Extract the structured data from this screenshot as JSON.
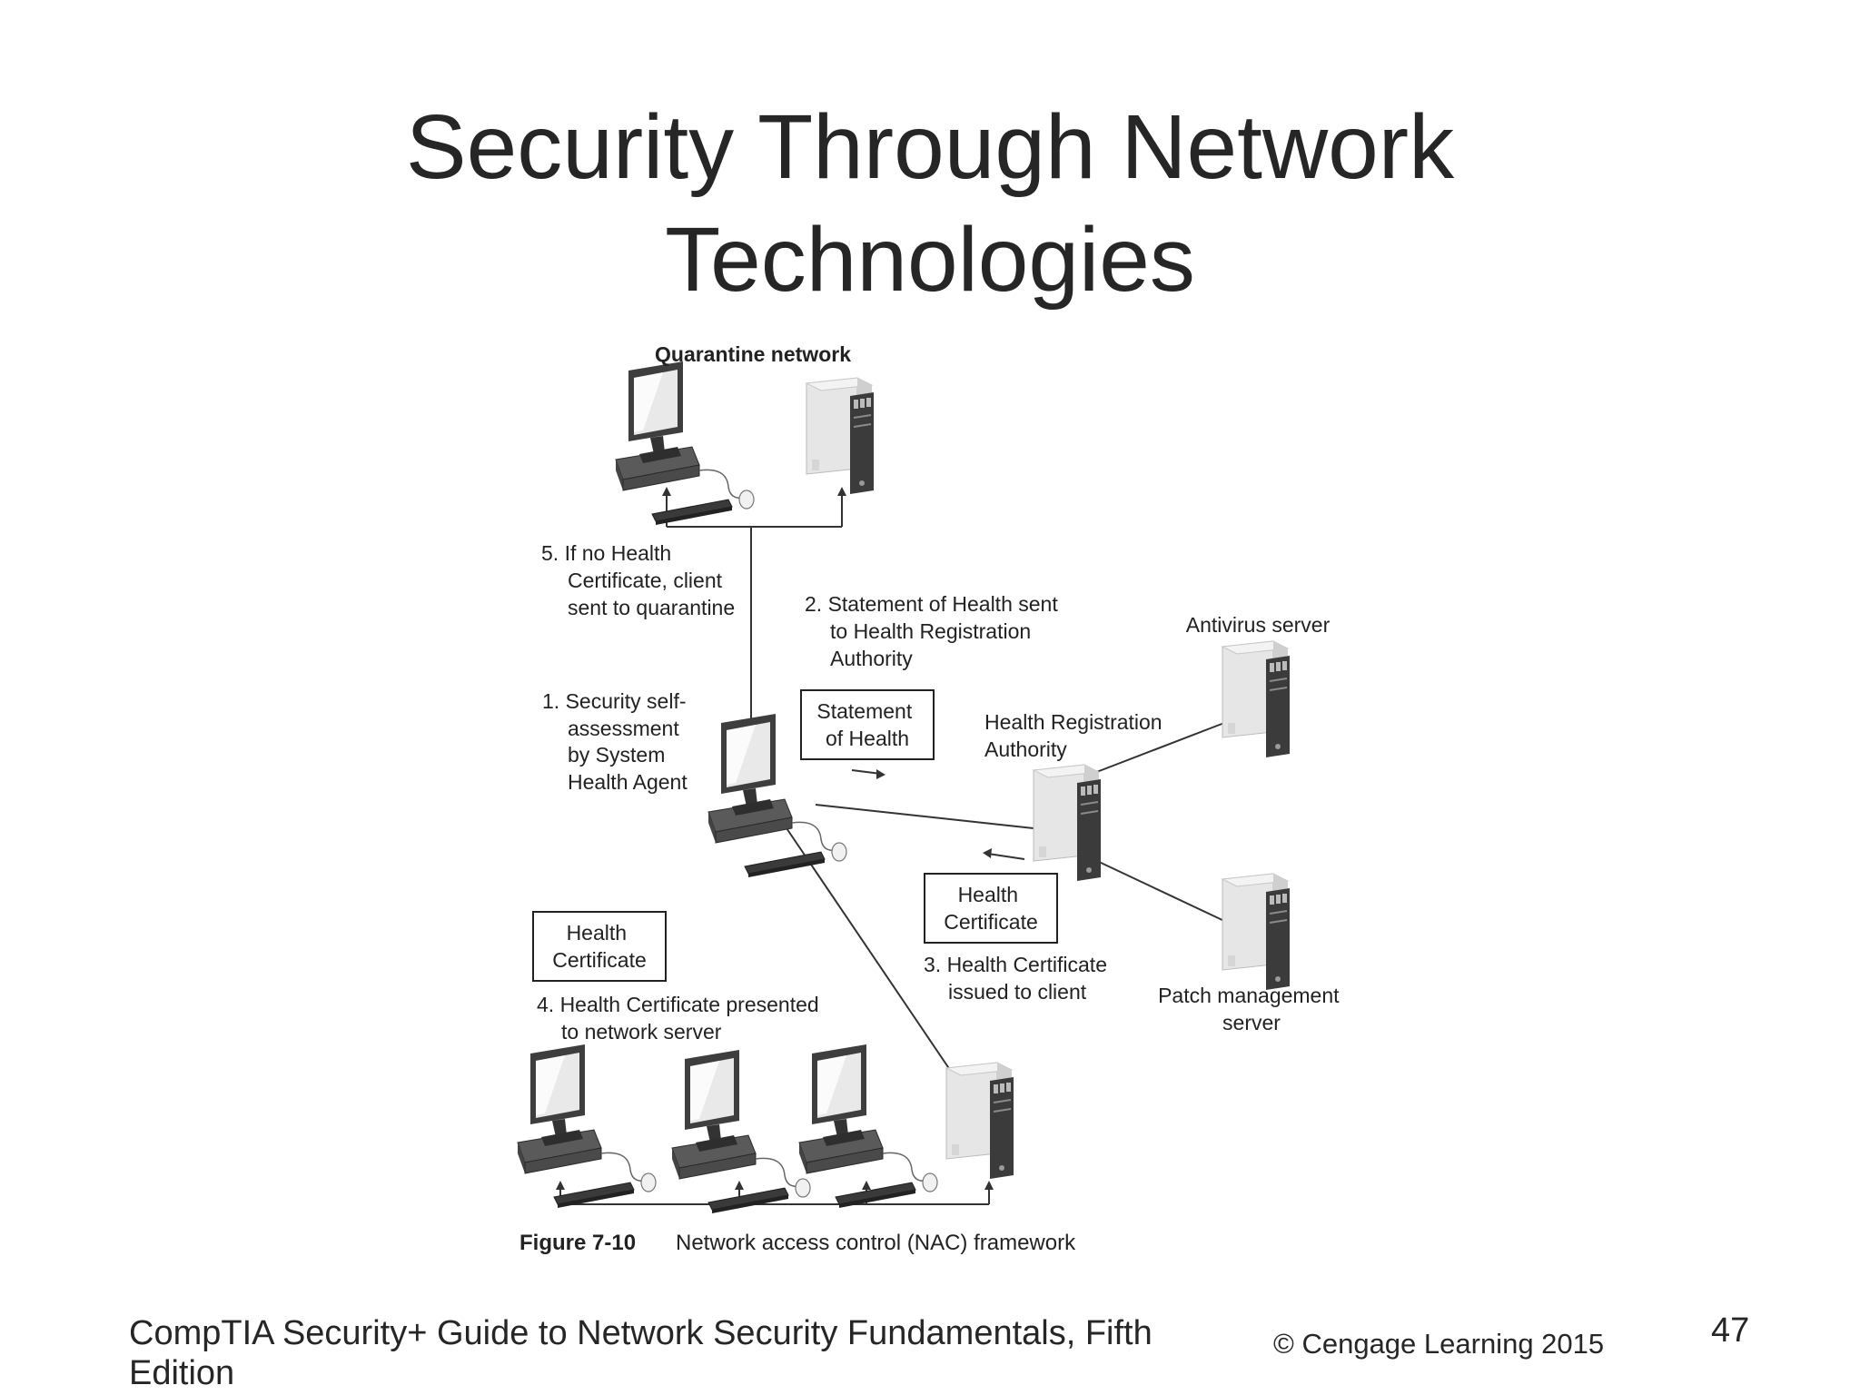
{
  "slide": {
    "title_line1": "Security Through Network",
    "title_line2": "Technologies",
    "footer_left": "CompTIA Security+ Guide to Network Security Fundamentals, Fifth Edition",
    "footer_copyright": "© Cengage Learning  2015",
    "page_number": "47"
  },
  "diagram": {
    "quarantine_label": "Quarantine network",
    "step5": [
      "5. If no Health",
      "Certificate, client",
      "sent to quarantine"
    ],
    "step2": [
      "2. Statement of Health sent",
      "to Health Registration",
      "Authority"
    ],
    "step1": [
      "1. Security self-",
      "assessment",
      "by System",
      "Health Agent"
    ],
    "soh_box": [
      "Statement",
      "of Health"
    ],
    "hra_label": [
      "Health Registration",
      "Authority"
    ],
    "antivirus_label": "Antivirus server",
    "hc_box_center": [
      "Health",
      "Certificate"
    ],
    "hc_box_left": [
      "Health",
      "Certificate"
    ],
    "step3": [
      "3. Health Certificate",
      "issued to client"
    ],
    "patch_label": [
      "Patch management",
      "server"
    ],
    "step4": [
      "4. Health Certificate presented",
      "to network server"
    ],
    "caption_num": "Figure 7-10",
    "caption_text": "Network access control (NAC) framework"
  }
}
